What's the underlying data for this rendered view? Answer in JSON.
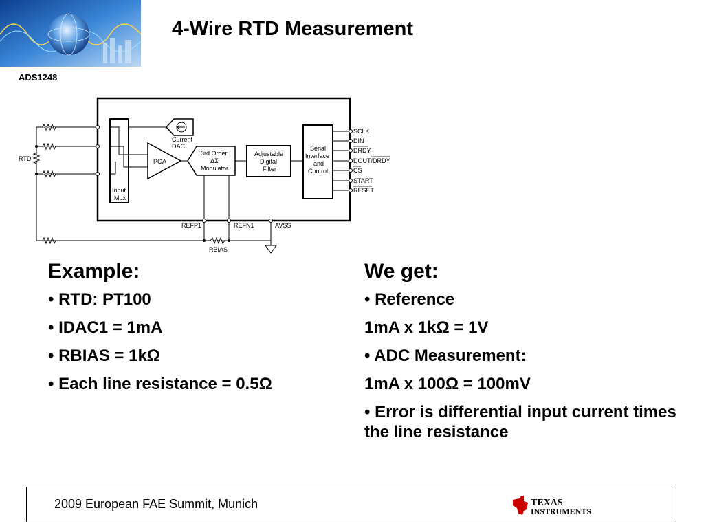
{
  "header": {
    "title": "4-Wire RTD Measurement",
    "part_number": "ADS1248"
  },
  "diagram": {
    "pin_labels": [
      "SCLK",
      "DIN",
      "DRDY",
      "DOUT/DRDY",
      "CS",
      "START",
      "RESET"
    ],
    "block_pga": "PGA",
    "block_current_dac_1": "Current",
    "block_current_dac_2": "DAC",
    "block_modulator_1": "3rd Order",
    "block_modulator_2": "ΔΣ",
    "block_modulator_3": "Modulator",
    "block_filter_1": "Adjustable",
    "block_filter_2": "Digital",
    "block_filter_3": "Filter",
    "block_serial_1": "Serial",
    "block_serial_2": "Interface",
    "block_serial_3": "and",
    "block_serial_4": "Control",
    "block_mux_1": "Input",
    "block_mux_2": "Mux",
    "label_rtd": "RTD",
    "label_refp1": "REFP1",
    "label_refn1": "REFN1",
    "label_avss": "AVSS",
    "label_rbias": "RBIAS"
  },
  "example": {
    "heading": "Example:",
    "items": [
      "• RTD: PT100",
      "• IDAC1 = 1mA",
      "• RBIAS = 1kΩ",
      "• Each line resistance = 0.5Ω"
    ]
  },
  "result": {
    "heading": "We get:",
    "items": [
      "• Reference",
      "1mA x 1kΩ = 1V",
      "• ADC Measurement:",
      "1mA x 100Ω = 100mV",
      "• Error is differential input current times the line resistance"
    ]
  },
  "footer": {
    "event": "2009 European FAE Summit, Munich",
    "logo_line1": "TEXAS",
    "logo_line2": "INSTRUMENTS"
  },
  "colors": {
    "ti_red": "#cc0000",
    "banner_blue": "#1f63b8"
  }
}
